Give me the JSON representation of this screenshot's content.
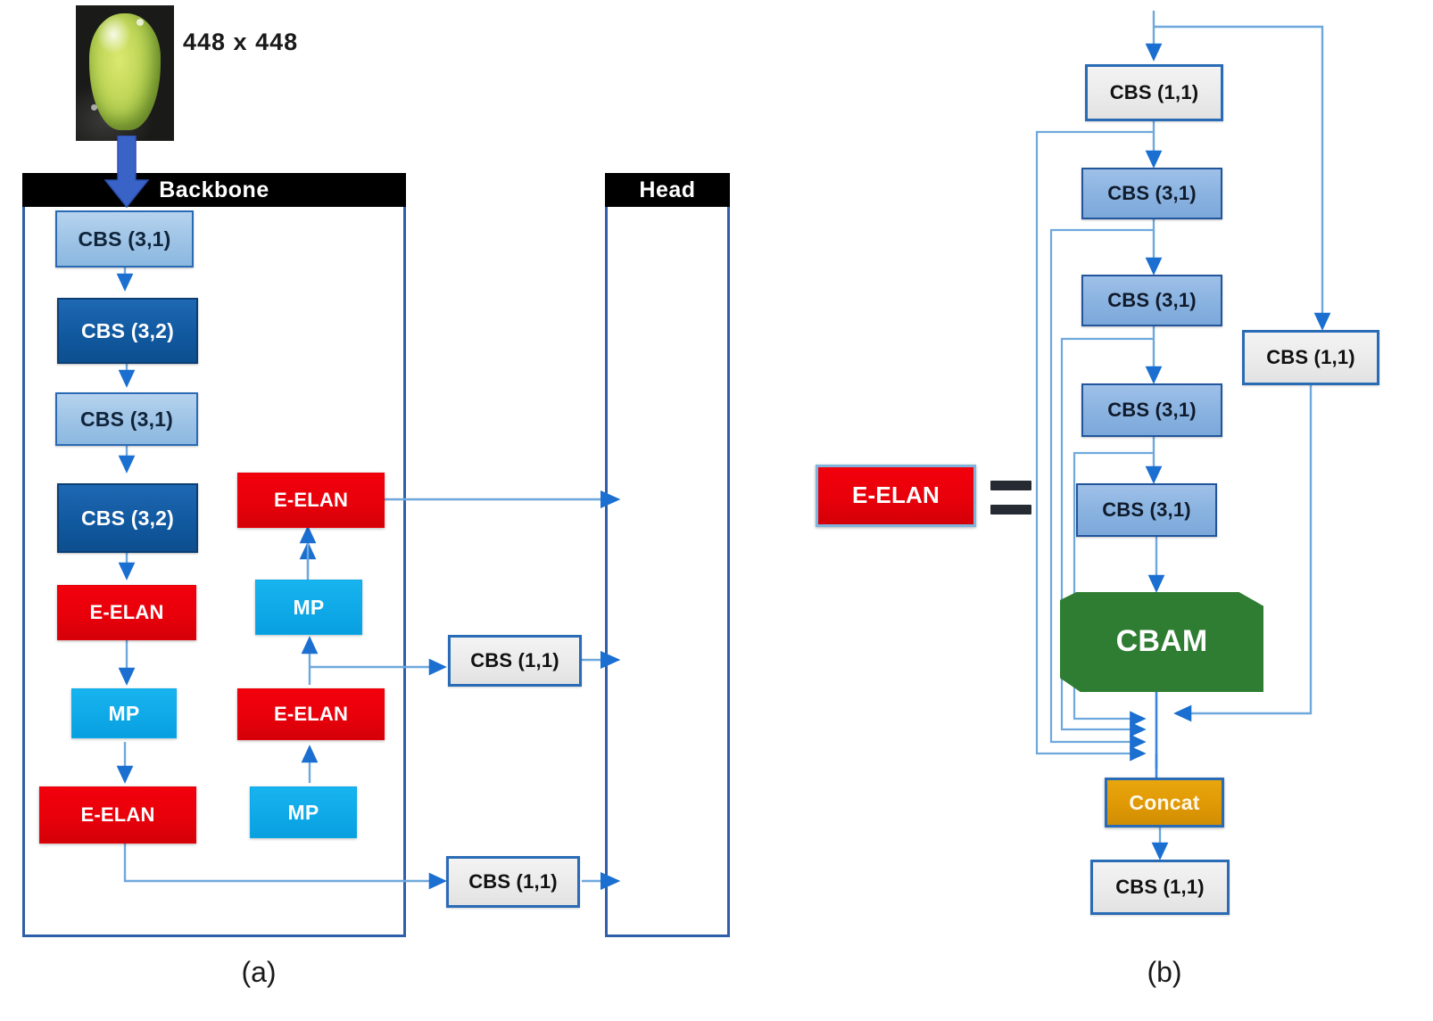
{
  "figure": {
    "input_image": {
      "alt": "green-mango-photo",
      "size_label": "448 x 448"
    },
    "captions": {
      "a": "(a)",
      "b": "(b)"
    }
  },
  "panel_a": {
    "backbone": {
      "header": "Backbone",
      "column_main": [
        {
          "label": "CBS (3,1)",
          "style": "cbs-light"
        },
        {
          "label": "CBS (3,2)",
          "style": "cbs-dark"
        },
        {
          "label": "CBS (3,1)",
          "style": "cbs-light"
        },
        {
          "label": "CBS (3,2)",
          "style": "cbs-dark"
        },
        {
          "label": "E-ELAN",
          "style": "eelan"
        },
        {
          "label": "MP",
          "style": "mp"
        },
        {
          "label": "E-ELAN",
          "style": "eelan"
        }
      ],
      "column_second": [
        {
          "label": "E-ELAN",
          "style": "eelan"
        },
        {
          "label": "MP",
          "style": "mp"
        },
        {
          "label": "E-ELAN",
          "style": "eelan"
        },
        {
          "label": "MP",
          "style": "mp"
        }
      ]
    },
    "neck_blocks": [
      {
        "label": "CBS (1,1)",
        "style": "cbs-gray"
      },
      {
        "label": "CBS (1,1)",
        "style": "cbs-gray"
      }
    ],
    "head": {
      "header": "Head"
    }
  },
  "panel_b": {
    "key": {
      "label": "E-ELAN",
      "equals": "="
    },
    "main_column": [
      {
        "label": "CBS (1,1)",
        "style": "cbs-gray"
      },
      {
        "label": "CBS (3,1)",
        "style": "cbs-med"
      },
      {
        "label": "CBS (3,1)",
        "style": "cbs-med"
      },
      {
        "label": "CBS (3,1)",
        "style": "cbs-med"
      },
      {
        "label": "CBS (3,1)",
        "style": "cbs-med"
      },
      {
        "label": "CBAM",
        "style": "cbam"
      },
      {
        "label": "Concat",
        "style": "concat"
      },
      {
        "label": "CBS (1,1)",
        "style": "cbs-gray"
      }
    ],
    "side_branch": {
      "label": "CBS (1,1)",
      "style": "cbs-gray"
    }
  },
  "colors": {
    "cbs_light_blue": "#9dc3e6",
    "cbs_dark_blue": "#11599f",
    "cbs_medium_blue": "#89b2e0",
    "cbs_gray": "#eaeaea",
    "eelan_red": "#e8000a",
    "mp_cyan": "#0fa9e8",
    "cbam_green": "#2e7d32",
    "concat_orange": "#e09905",
    "wire_blue": "#5b9bd5",
    "frame_blue": "#2f5fa8",
    "header_black": "#000000"
  }
}
